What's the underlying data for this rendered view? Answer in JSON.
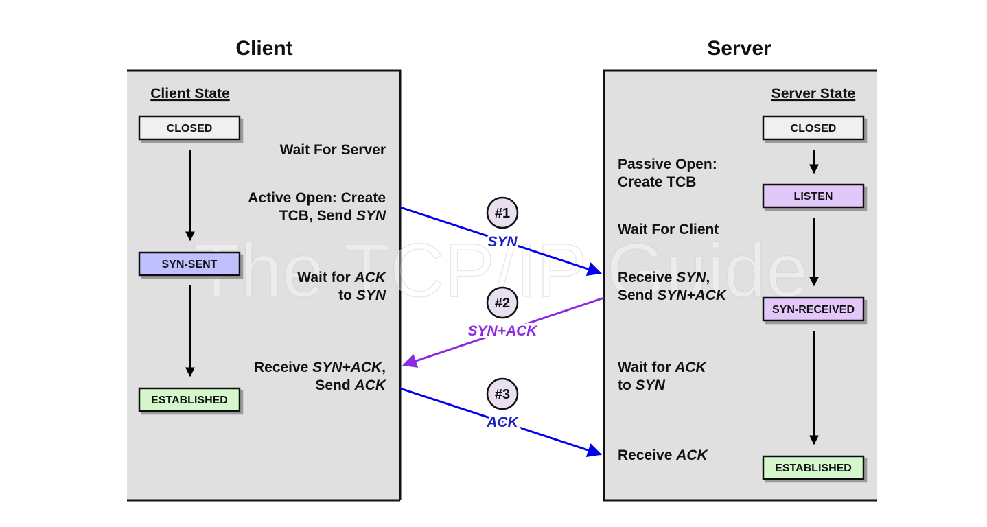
{
  "headings": {
    "client": "Client",
    "server": "Server"
  },
  "client": {
    "state_heading": "Client State",
    "states": [
      "CLOSED",
      "SYN-SENT",
      "ESTABLISHED"
    ],
    "descriptions": {
      "wait_for_server": "Wait For Server",
      "active_open_1": "Active Open: Create",
      "active_open_2a": "TCB, Send ",
      "active_open_2b": "SYN",
      "wait_ack_1a": "Wait for ",
      "wait_ack_1b": "ACK",
      "wait_ack_2a": "to ",
      "wait_ack_2b": "SYN",
      "receive_1a": "Receive ",
      "receive_1b": "SYN+ACK",
      "receive_1c": ",",
      "receive_2a": "Send ",
      "receive_2b": "ACK"
    }
  },
  "server": {
    "state_heading": "Server State",
    "states": [
      "CLOSED",
      "LISTEN",
      "SYN-RECEIVED",
      "ESTABLISHED"
    ],
    "descriptions": {
      "passive_open_1": "Passive Open:",
      "passive_open_2": "Create TCB",
      "wait_for_client": "Wait For Client",
      "receive_syn_1a": "Receive ",
      "receive_syn_1b": "SYN",
      "receive_syn_1c": ",",
      "receive_syn_2a": "Send ",
      "receive_syn_2b": "SYN+ACK",
      "wait_ack_1a": "Wait for ",
      "wait_ack_1b": "ACK",
      "wait_ack_2a": "to ",
      "wait_ack_2b": "SYN",
      "receive_ack_1a": "Receive ",
      "receive_ack_1b": "ACK"
    }
  },
  "messages": [
    {
      "step": "#1",
      "label": "SYN"
    },
    {
      "step": "#2",
      "label": "SYN+ACK"
    },
    {
      "step": "#3",
      "label": "ACK"
    }
  ],
  "watermark": "The TCP/IP Guide",
  "colors": {
    "panel": "#e0e0e0",
    "closed": "#f0f0f0",
    "syn_sent": "#c0c0ff",
    "listen": "#e2c8f8",
    "syn_received": "#e2c8f8",
    "established": "#d4f8cc",
    "message_blue": "#0000ee",
    "message_purple": "#8a2be2",
    "label_blue": "#2020c0",
    "label_purple": "#8a2be2",
    "step_circle": "#e8e0f0"
  }
}
